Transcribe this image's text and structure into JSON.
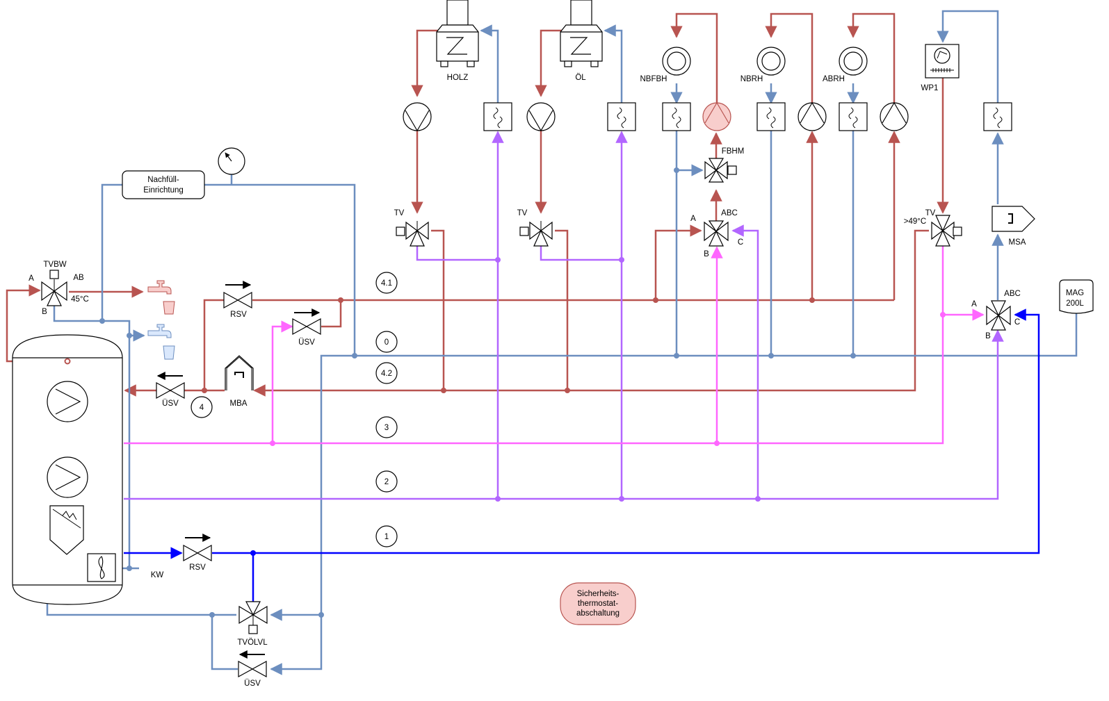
{
  "colors": {
    "hot": "#b85450",
    "cold": "#6c8ebf",
    "violet": "#b266ff",
    "pink": "#ff66ff",
    "blue": "#0000ff",
    "pump_fill": "#f8cecc",
    "note_fill": "#f8cecc"
  },
  "lines": [
    {
      "id": "0",
      "label": "0"
    },
    {
      "id": "4.1",
      "label": "4.1"
    },
    {
      "id": "4.2",
      "label": "4.2"
    },
    {
      "id": "3",
      "label": "3"
    },
    {
      "id": "2",
      "label": "2"
    },
    {
      "id": "1",
      "label": "1"
    },
    {
      "id": "4",
      "label": "4"
    }
  ],
  "labels": {
    "holz": "HOLZ",
    "oel": "ÖL",
    "nbfbh": "NBFBH",
    "nbrh": "NBRH",
    "abrh": "ABRH",
    "wp1": "WP1",
    "fbhm": "FBHM",
    "abc": "ABC",
    "a": "A",
    "b": "B",
    "c": "C",
    "tv": "TV",
    "gt49": ">49°C",
    "msa": "MSA",
    "mag_line1": "MAG",
    "mag_line2": "200L",
    "nachfuell_line1": "Nachfüll-",
    "nachfuell_line2": "Einrichtung",
    "tvbw": "TVBW",
    "ab": "AB",
    "t45": "45°C",
    "rsv": "RSV",
    "usv": "ÜSV",
    "mba": "MBA",
    "kw": "KW",
    "tvolvl": "TVÖLVL",
    "note_line1": "Sicherheits-",
    "note_line2": "thermostat-",
    "note_line3": "abschaltung"
  }
}
